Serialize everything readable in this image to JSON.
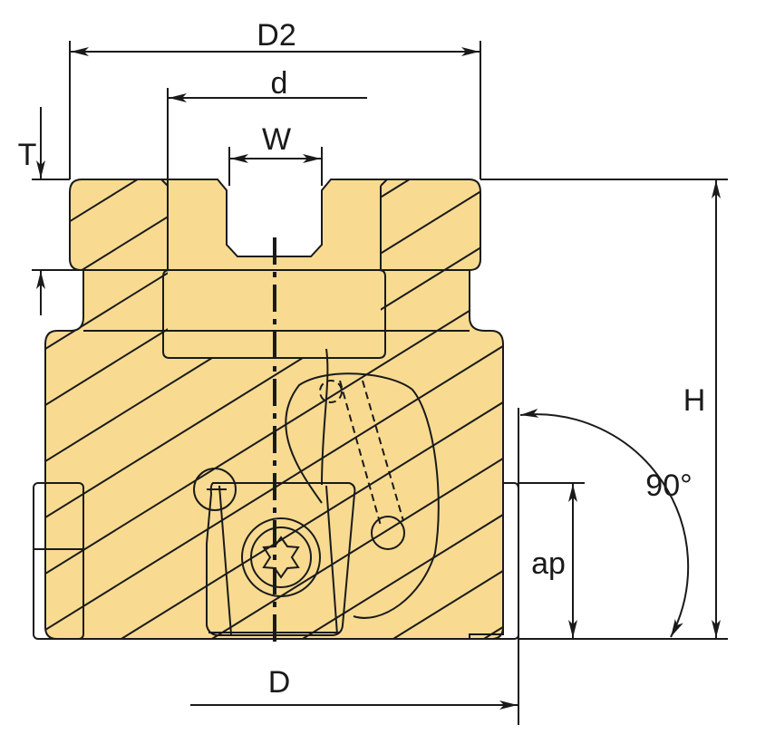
{
  "title": "Milling cutter body with insert – dimension diagram",
  "labels": {
    "D2": "D2",
    "d": "d",
    "W": "W",
    "T": "T",
    "H": "H",
    "angle": "90°",
    "ap": "ap",
    "D": "D"
  },
  "colors": {
    "body": "#F8DB91",
    "insert": "#FFEA1F",
    "line": "#1a1a1a"
  }
}
